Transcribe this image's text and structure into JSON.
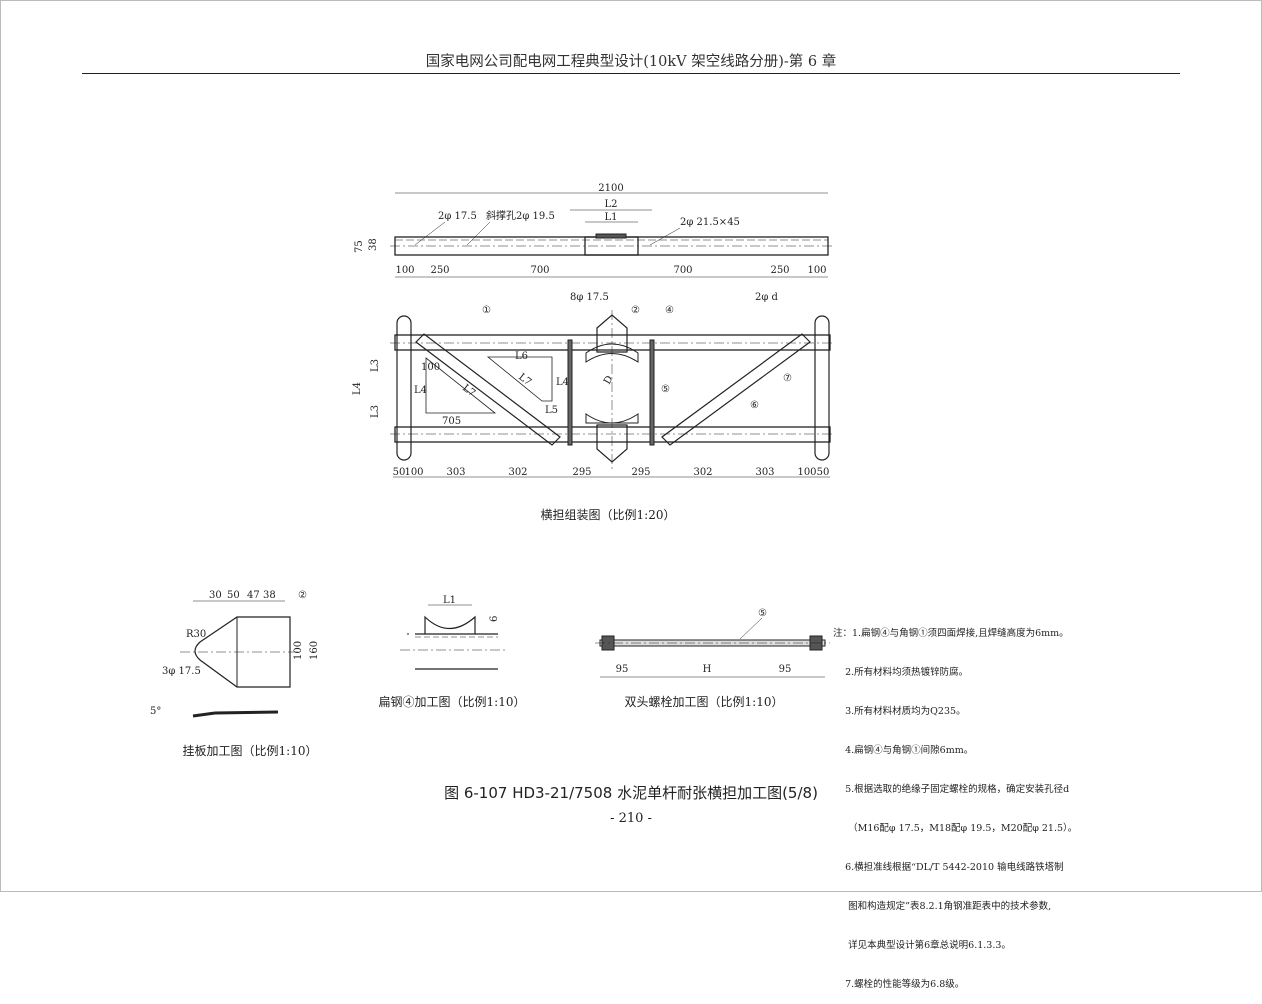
{
  "header": {
    "title": "国家电网公司配电网工程典型设计(10kV 架空线路分册)-第 6 章"
  },
  "top_view": {
    "total": "2100",
    "l2": "L2",
    "l1": "L1",
    "hole1": "2φ 17.5",
    "hole2": "斜撑孔2φ 19.5",
    "hole3": "2φ 21.5×45",
    "h75": "75",
    "h38": "38",
    "dims": [
      "100",
      "250",
      "700",
      "700",
      "250",
      "100"
    ]
  },
  "assembly": {
    "callouts": [
      "①",
      "②",
      "④",
      "⑤",
      "⑥",
      "⑦"
    ],
    "holes_8": "8φ 17.5",
    "holes_d": "2φ d",
    "l3a": "L3",
    "l3b": "L3",
    "l4": "L4",
    "tri1": {
      "a": "100",
      "b": "L4",
      "c": "L7",
      "d": "705"
    },
    "tri2": {
      "a": "L6",
      "b": "L7",
      "c": "L4",
      "d": "L5"
    },
    "diam": "D",
    "dims": [
      "50",
      "100",
      "303",
      "302",
      "295",
      "295",
      "302",
      "303",
      "100",
      "50"
    ],
    "caption": "横担组装图（比例1:20）"
  },
  "plate": {
    "callout": "②",
    "dims": [
      "30",
      "50",
      "47",
      "38"
    ],
    "r": "R30",
    "holes": "3φ 17.5",
    "h100": "100",
    "h160": "160",
    "angle": "5°",
    "caption": "挂板加工图（比例1:10）"
  },
  "flatbar": {
    "l1": "L1",
    "t": "6",
    "caption": "扁钢④加工图（比例1:10）"
  },
  "bolt": {
    "callout": "⑤",
    "dims": [
      "95",
      "H",
      "95"
    ],
    "caption": "双头螺栓加工图（比例1:10）"
  },
  "notes": [
    "注：1.扁钢④与角钢①须四面焊接,且焊缝高度为6mm。",
    "    2.所有材料均须热镀锌防腐。",
    "    3.所有材料材质均为Q235。",
    "    4.扁钢④与角钢①间隙6mm。",
    "    5.根据选取的绝缘子固定螺栓的规格，确定安装孔径d",
    "     （M16配φ 17.5，M18配φ 19.5，M20配φ 21.5）。",
    "    6.横担准线根据“DL/T 5442-2010 输电线路铁塔制",
    "     图和构造规定”表8.2.1角钢准距表中的技术参数,",
    "     详见本典型设计第6章总说明6.1.3.3。",
    "    7.螺栓的性能等级为6.8级。"
  ],
  "figure_title": "图 6-107   HD3-21/7508 水泥单杆耐张横担加工图(5/8)",
  "page_number": "- 210 -"
}
